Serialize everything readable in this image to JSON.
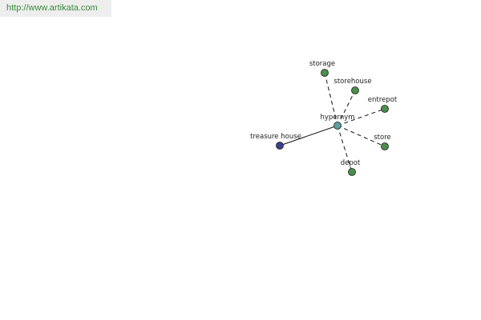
{
  "source": {
    "url": "http://www.artikata.com"
  },
  "graph": {
    "center": {
      "id": "hypernym",
      "label": "hypernym",
      "color": "#5f9ea0"
    },
    "nodes": [
      {
        "id": "storage",
        "label": "storage",
        "color": "#4a8f4a",
        "link": "dashed"
      },
      {
        "id": "storehouse",
        "label": "storehouse",
        "color": "#4a8f4a",
        "link": "dashed"
      },
      {
        "id": "entrepot",
        "label": "entrepot",
        "color": "#4a8f4a",
        "link": "dashed"
      },
      {
        "id": "store",
        "label": "store",
        "color": "#4a8f4a",
        "link": "dashed"
      },
      {
        "id": "depot",
        "label": "depot",
        "color": "#4a8f4a",
        "link": "dashed"
      },
      {
        "id": "treasure-house",
        "label": "treasure house",
        "color": "#3b3f8f",
        "link": "solid"
      }
    ]
  }
}
